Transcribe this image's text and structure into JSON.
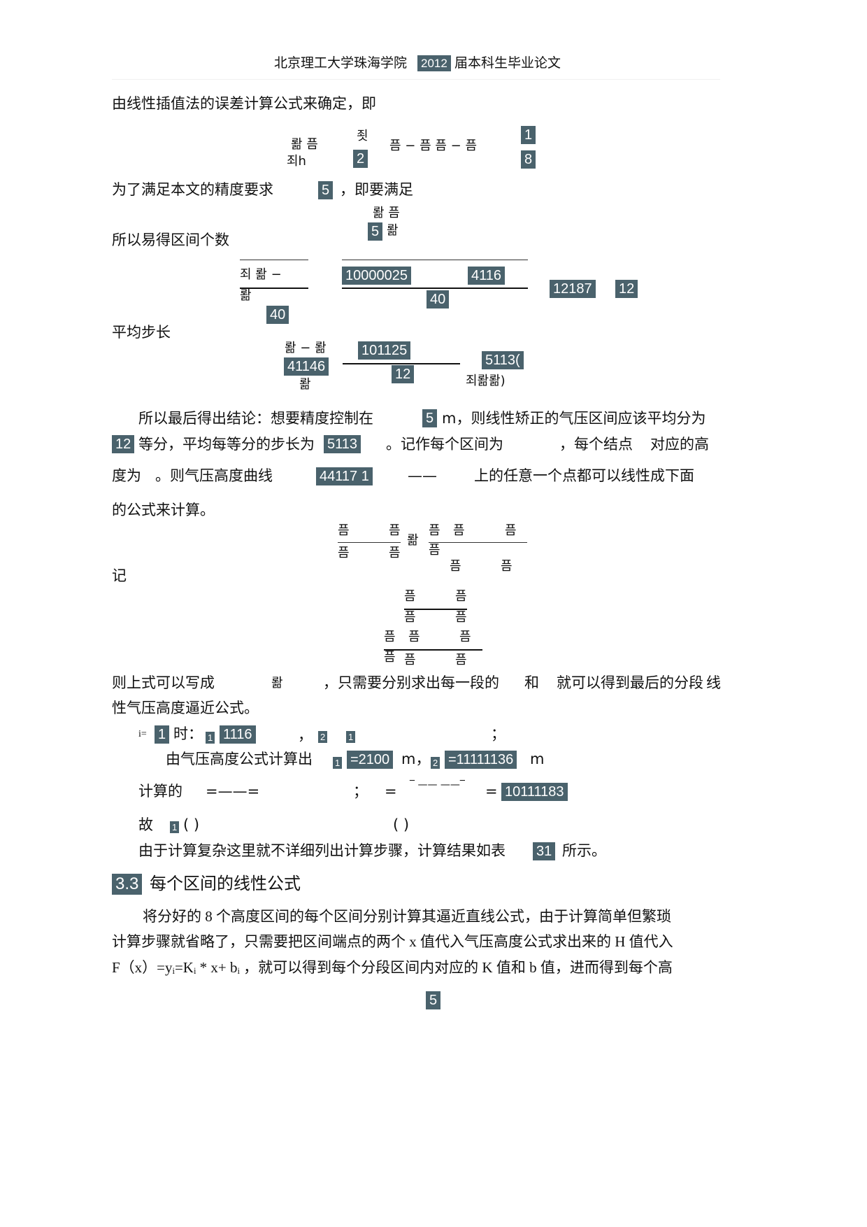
{
  "header": {
    "school": "北京理工大学珠海学院",
    "year": "2012",
    "suffix": "届本科生毕业论文"
  },
  "p1": "由线性插值法的误差计算公式来确定，即",
  "eq1": {
    "lhs": "뢂 픔",
    "lhs2": "죄h",
    "frac_top": "죗",
    "frac_bot": "2",
    "terms": "픔 − 픔      픔 − 픔",
    "sup": "1",
    "sub": "8"
  },
  "p2": {
    "text": "为了满足本文的精度要求",
    "val": "5",
    "rest": "，即要满足"
  },
  "eq2": {
    "top": "뢂 픔",
    "val": "5",
    "tail": "뢂"
  },
  "p3": "所以易得区间个数",
  "eq3": {
    "num": "죄  뢂 −",
    "den": "뢂",
    "v1": "10000025",
    "v2": "4116",
    "v3": "40",
    "r1": "12187",
    "r2": "12",
    "left_den": "40"
  },
  "p4": "平均步长",
  "eq4": {
    "num": "뢂 − 뢂",
    "v1": "41146",
    "den_sym": "뢂",
    "v2": "101125",
    "v3": "12",
    "r": "5113(",
    "r_unit": "죄뢂뢂)"
  },
  "p5": {
    "a": "所以最后得出结论：想要精度控制在",
    "v1": "5",
    "unit": "m，则线性矫正的气压区间应该平均分为",
    "v2": "12",
    "b": "等分，平均每等分的步长为",
    "v3": "5113",
    "c": "。记作每个区间为",
    "d": "，每个结点",
    "e": "对应的高",
    "f": "度为",
    "g": "。则气压高度曲线",
    "v4": "44117 1",
    "h": "——",
    "i": "上的任意一个点都可以线性成下面",
    "j": "的公式来计算。"
  },
  "eq5": {
    "glyph": "픔",
    "mid": "뢂"
  },
  "p6": "记",
  "p7": {
    "a": "则上式可以写成",
    "sym": "뢂",
    "b": "，只需要分别求出每一段的",
    "c": "和",
    "d": "就可以得到最后的分段",
    "e": "线",
    "f": "性气压高度逼近公式。"
  },
  "p8": {
    "i": "i=",
    "v1": "1",
    "t": "时：",
    "s1": "1",
    "v2": "1116",
    "comma": "，",
    "s2": "2",
    "s3": "1",
    "semi": "；"
  },
  "p9": {
    "a": "由气压高度公式计算出",
    "s1": "1",
    "v1": "=2100",
    "m1": "m，",
    "s2": "2",
    "v2": "=11111136",
    "m2": "m"
  },
  "p10": {
    "a": "计算的",
    "eq": "=——=",
    "semi": "；",
    "eq2": "=",
    "dash": "‾ ——    ——‾",
    "eq3": "=",
    "v": "10111183"
  },
  "p11": {
    "a": "故",
    "s": "1",
    "paren": "(  )",
    "paren2": "(  )"
  },
  "p12": {
    "a": "由于计算复杂这里就不详细列出计算步骤，计算结果如表",
    "v": "31",
    "b": "所示。"
  },
  "section": {
    "num": "3.3",
    "title": "每个区间的线性公式"
  },
  "p13": [
    "将分好的 8 个高度区间的每个区间分别计算其逼近直线公式，由于计算简单但繁琐",
    "计算步骤就省略了，只需要把区间端点的两个 x 值代入气压高度公式求出来的 H 值代入",
    "F（x）=yᵢ=Kᵢ * x+ bᵢ ，就可以得到每个分段区间内对应的 K 值和 b 值，进而得到每个高"
  ],
  "page_number": "5",
  "colors": {
    "badge": "#4a626c"
  }
}
